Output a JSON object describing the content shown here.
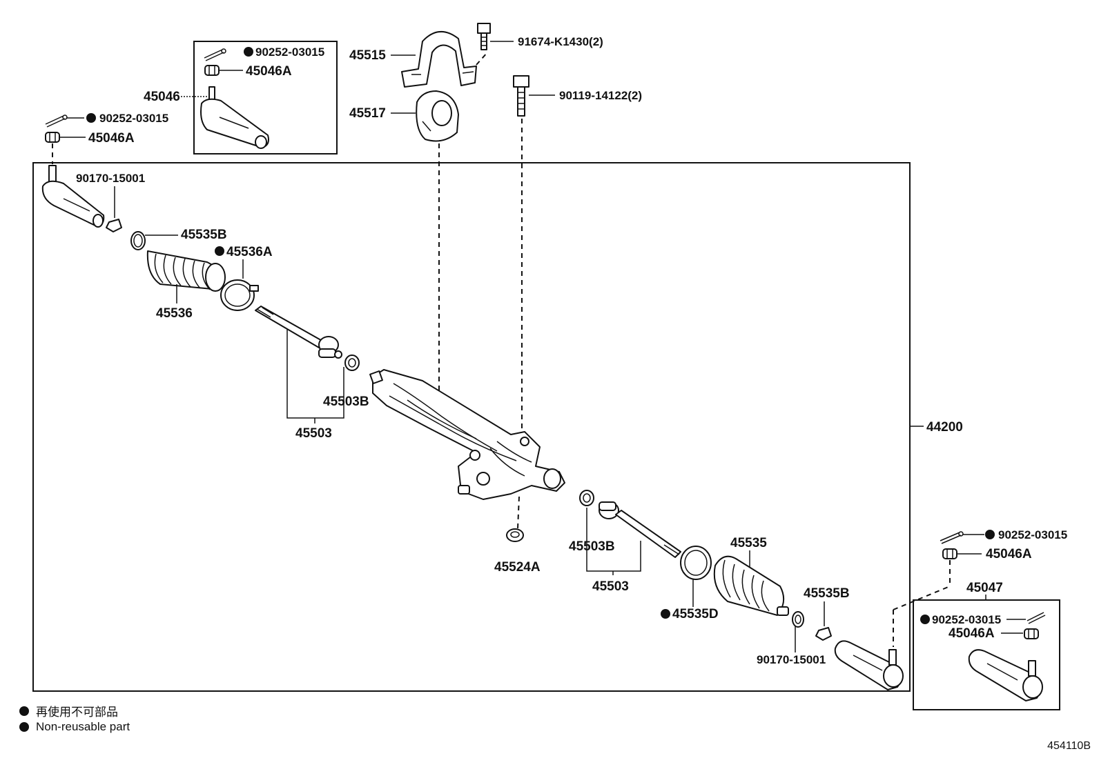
{
  "labels": {
    "p44200": "44200",
    "p45046": "45046",
    "p45047": "45047",
    "p45046A_box_left": "45046A",
    "p45046A_left": "45046A",
    "p45046A_right": "45046A",
    "p45046A_box_right": "45046A",
    "p90252_box_left": "90252-03015",
    "p90252_left": "90252-03015",
    "p90252_right": "90252-03015",
    "p90252_box_right": "90252-03015",
    "p45515": "45515",
    "p45517": "45517",
    "p91674": "91674-K1430(2)",
    "p90119": "90119-14122(2)",
    "p90170_left": "90170-15001",
    "p90170_right": "90170-15001",
    "p45535B_left": "45535B",
    "p45535B_right": "45535B",
    "p45536A": "45536A",
    "p45536": "45536",
    "p45503B_left": "45503B",
    "p45503B_right": "45503B",
    "p45503_left": "45503",
    "p45503_right": "45503",
    "p45524A": "45524A",
    "p45535": "45535",
    "p45535D": "45535D"
  },
  "legend": {
    "jp": "再使用不可部品",
    "en": "Non-reusable part"
  },
  "ref_code": "454110B",
  "colors": {
    "ink": "#111111",
    "background": "#ffffff"
  }
}
